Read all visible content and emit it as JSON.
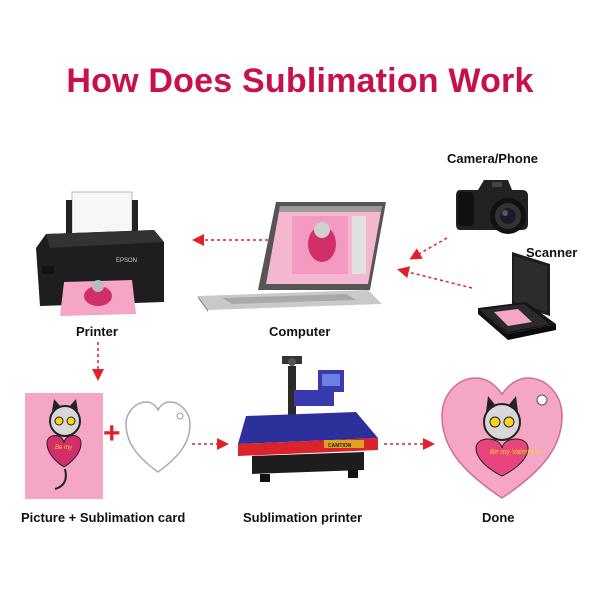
{
  "title": "How Does Sublimation Work",
  "colors": {
    "title": "#c8104a",
    "arrow": "#e0202a",
    "pink": "#f5a6c6",
    "heart_pink": "#e8457e",
    "press_blue": "#2d2f9a",
    "press_red": "#d8242a"
  },
  "labels": {
    "camera": "Camera/Phone",
    "scanner": "Scanner",
    "printer": "Printer",
    "computer": "Computer",
    "picture_card": "Picture + Sublimation card",
    "sublimation_printer": "Sublimation printer",
    "done": "Done"
  },
  "artwork": {
    "heart_text": "Be my Valentine",
    "printer_brand": "EPSON",
    "press_brand": "CAMTION"
  },
  "icons": {
    "camera": "camera-icon",
    "scanner": "scanner-icon",
    "laptop": "laptop-icon",
    "printer": "printer-icon",
    "press": "heat-press-icon",
    "blank_heart": "blank-heart-card-icon",
    "finished_heart": "finished-heart-keychain-icon"
  }
}
